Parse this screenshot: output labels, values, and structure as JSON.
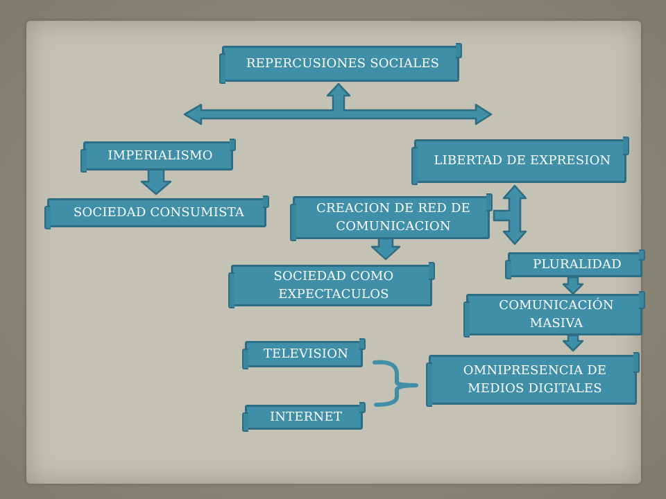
{
  "diagram": {
    "nodes": {
      "repercusiones": "REPERCUSIONES SOCIALES",
      "imperialismo": "IMPERIALISMO",
      "libertad": "LIBERTAD DE EXPRESION",
      "sociedad_consumista": "SOCIEDAD CONSUMISTA",
      "creacion_red": "CREACION DE RED DE COMUNICACION",
      "pluralidad": "PLURALIDAD",
      "sociedad_espectaculos": "SOCIEDAD COMO EXPECTACULOS",
      "comunicacion_masiva": "COMUNICACIÓN MASIVA",
      "television": "TELEVISION",
      "omnipresencia": "OMNIPRESENCIA DE MEDIOS DIGITALES",
      "internet": "INTERNET"
    },
    "colors": {
      "node_fill": "#3f8fa9",
      "node_border": "#2d6c82",
      "arrow_fill": "#3f8fa9",
      "background": "#c4c1b5"
    }
  }
}
